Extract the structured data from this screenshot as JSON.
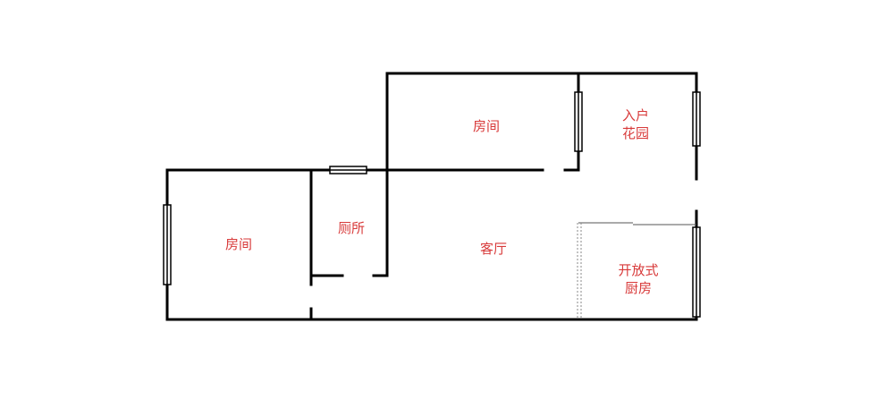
{
  "colors": {
    "wall": "#000000",
    "label": "#d83a3a",
    "window_fill": "#ffffff",
    "dotted": "#888888"
  },
  "rooms": {
    "bedroom_left": {
      "label": "房间"
    },
    "toilet": {
      "label": "厕所"
    },
    "living_room": {
      "label": "客厅"
    },
    "bedroom_top": {
      "label": "房间"
    },
    "entrance_garden": {
      "line1": "入户",
      "line2": "花园"
    },
    "open_kitchen": {
      "line1": "开放式",
      "line2": "厨房"
    }
  }
}
